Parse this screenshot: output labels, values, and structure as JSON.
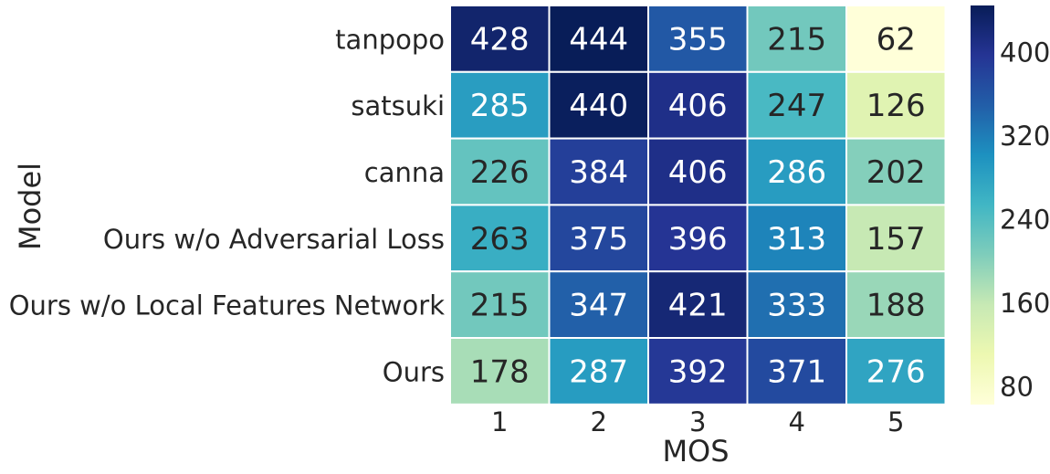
{
  "chart_data": {
    "type": "heatmap",
    "title": "",
    "xlabel": "MOS",
    "ylabel": "Model",
    "rows": [
      "tanpopo",
      "satsuki",
      "canna",
      "Ours w/o Adversarial Loss",
      "Ours w/o Local Features Network",
      "Ours"
    ],
    "columns": [
      "1",
      "2",
      "3",
      "4",
      "5"
    ],
    "values": [
      [
        428,
        444,
        355,
        215,
        62
      ],
      [
        285,
        440,
        406,
        247,
        126
      ],
      [
        226,
        384,
        406,
        286,
        202
      ],
      [
        263,
        375,
        396,
        313,
        157
      ],
      [
        215,
        347,
        421,
        333,
        188
      ],
      [
        178,
        287,
        392,
        371,
        276
      ]
    ],
    "colormap": "YlGnBu",
    "value_range": [
      62,
      444
    ],
    "colorbar_ticks": [
      80,
      160,
      240,
      320,
      400
    ],
    "colors": {
      "cell_border": "#ffffff",
      "dark_text": "#262626",
      "light_text": "#ffffff"
    }
  }
}
